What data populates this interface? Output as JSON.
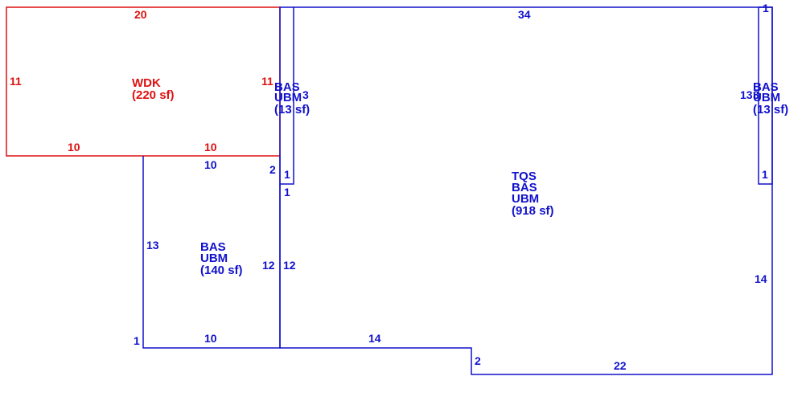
{
  "colors": {
    "wood_deck": "#dd1111",
    "living": "#1111cc",
    "background": "#ffffff"
  },
  "areas": {
    "wdk": {
      "lines": [
        "WDK",
        "(220 sf)"
      ]
    },
    "bas_left_small": {
      "lines": [
        "BAS",
        "UBM",
        "(13 sf)"
      ]
    },
    "bas_right_small": {
      "lines": [
        "BAS",
        "UBM",
        "(13 sf)"
      ]
    },
    "main": {
      "lines": [
        "TQS",
        "BAS",
        "UBM",
        "(918 sf)"
      ]
    },
    "lower_left": {
      "lines": [
        "BAS",
        "UBM",
        "(140 sf)"
      ]
    }
  },
  "dimensions": {
    "wdk_top": "20",
    "wdk_left": "11",
    "wdk_right": "11",
    "wdk_bottom_left": "10",
    "wdk_bottom_right": "10",
    "main_top": "34",
    "top_right_small": "1",
    "left_small_width": "3",
    "right_small_height": "13",
    "right_small_width": "3",
    "right_small_bottom": "1",
    "left_small_bottom": "1",
    "left_small_bottom_under": "1",
    "lower_top": "10",
    "lower_left": "13",
    "lower_right_inner": "12",
    "main_left": "12",
    "lower_bottom": "10",
    "lower_corner": "1",
    "step_left_small": "2",
    "main_bottom_left": "14",
    "main_step": "2",
    "main_bottom_right": "22",
    "main_right": "14"
  }
}
